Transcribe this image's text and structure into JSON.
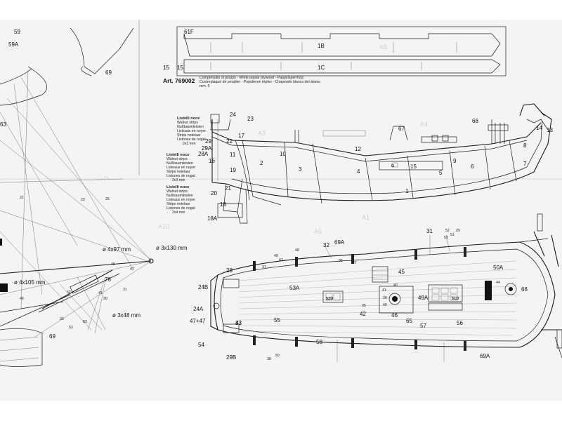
{
  "article": {
    "code": "Art. 769002",
    "lines": [
      "Compensato di pioppo - White poplar plywood - Pappelsperrholz",
      "Contreplaqué de peuplier - Populieren triplex - Chapeado blanco del álamo",
      "mm. 5"
    ]
  },
  "wood_notes": [
    {
      "label": "Listelli noce",
      "lines": [
        "Walnut strips",
        "Nußbaumleisten",
        "Listeaux en noyer",
        "Strips notelaar",
        "Listones de nogal"
      ],
      "size": "2x2 mm"
    },
    {
      "label": "Listelli noce",
      "lines": [
        "Walnut strips",
        "Nußbaumleisten",
        "Listeaux en noyer",
        "Strips notelaar",
        "Listones de nogal"
      ],
      "size": "2x3 mm"
    },
    {
      "label": "Listelli noce",
      "lines": [
        "Walnut strips",
        "Nußbaumleisten",
        "Listeaux en noyer",
        "Strips notelaar",
        "Listones de nogal"
      ],
      "size": "2x4 mm"
    }
  ],
  "dimensions": [
    "ø 3x130 mm",
    "ø 4x97 mm",
    "ø 4x105 mm",
    "ø 3x48 mm"
  ],
  "profile_labels": [
    "24",
    "23",
    "17",
    "22",
    "29",
    "29A",
    "28A",
    "16",
    "11",
    "19",
    "2",
    "21",
    "20",
    "18",
    "18A",
    "10",
    "3",
    "4",
    "12",
    "1",
    "G",
    "15",
    "5",
    "9",
    "6",
    "7",
    "8",
    "14",
    "13",
    "68",
    "67"
  ],
  "plate_labels": [
    "61F",
    "1B",
    "1C",
    "15",
    "15"
  ],
  "deck_labels": [
    "28",
    "24B",
    "24A",
    "47+47",
    "54",
    "29B",
    "37",
    "38",
    "50",
    "49",
    "47",
    "48",
    "33",
    "32",
    "69A",
    "27",
    "45",
    "41",
    "40",
    "46",
    "53A",
    "52D",
    "35",
    "42",
    "55",
    "43",
    "58",
    "56",
    "57",
    "31",
    "52",
    "53",
    "51",
    "50A",
    "44",
    "66",
    "49A",
    "51D",
    "65",
    "69A",
    "29",
    "39",
    "40",
    "36"
  ],
  "rigging_labels": [
    "59",
    "59A",
    "69",
    "63",
    "21",
    "25",
    "23",
    "45",
    "47",
    "78",
    "41",
    "31",
    "33",
    "30",
    "46",
    "69",
    "83",
    "53",
    "32"
  ],
  "ghost_letters": [
    "A5",
    "A3",
    "A4",
    "A1",
    "A5",
    "A10",
    "P"
  ]
}
